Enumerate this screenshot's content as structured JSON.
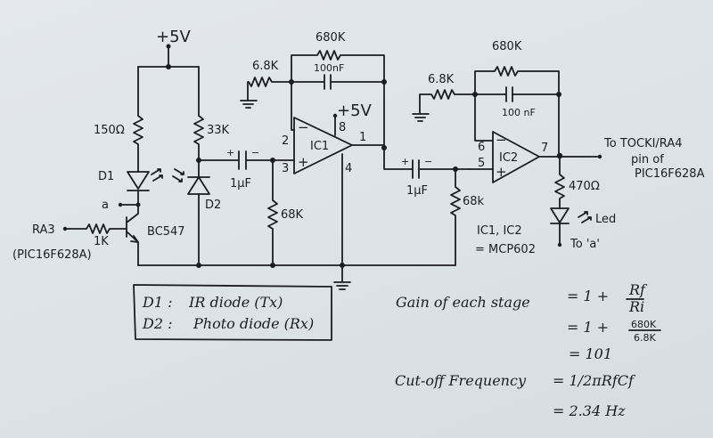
{
  "diagram": {
    "type": "circuit-schematic",
    "supply": {
      "top_label": "+5V",
      "ic1_label": "+5V"
    },
    "transmitter": {
      "resistor_led": "150Ω",
      "diode_label": "D1",
      "node_a_label": "a",
      "transistor": "BC547",
      "base_resistor": "1K",
      "input_pin": "RA3",
      "input_note": "(PIC16F628A)"
    },
    "receiver": {
      "pullup_resistor": "33K",
      "diode_label": "D2"
    },
    "stage1": {
      "coupling_cap": "1μF",
      "cap_plus": "+",
      "cap_minus": "−",
      "bias_resistor": "68K",
      "ri": "6.8K",
      "rf": "680K",
      "cf": "100nF",
      "ic": "IC1",
      "pins": {
        "inv": "2",
        "noninv": "3",
        "out": "1",
        "vdd": "8",
        "gnd": "4"
      }
    },
    "stage2": {
      "coupling_cap": "1μF",
      "cap_plus": "+",
      "cap_minus": "−",
      "bias_resistor": "68k",
      "ri": "6.8K",
      "rf": "680K",
      "cf": "100 nF",
      "ic": "IC2",
      "pins": {
        "inv": "6",
        "noninv": "5",
        "out": "7"
      }
    },
    "output": {
      "line1": "To TOCKI/RA4",
      "line2": "pin of",
      "line3": "PIC16F628A",
      "led_resistor": "470Ω",
      "led_label": "Led",
      "led_return": "To 'a'"
    },
    "ic_note": {
      "line1": "IC1, IC2",
      "line2": "= MCP602"
    },
    "legend": {
      "d1": {
        "key": "D1 :",
        "desc": "IR diode (Tx)"
      },
      "d2": {
        "key": "D2 :",
        "desc": "Photo diode (Rx)"
      }
    },
    "equations": {
      "gain_label": "Gain of each stage",
      "gain_eq1_prefix": "= 1 +",
      "gain_eq1_num": "Rf",
      "gain_eq1_den": "Ri",
      "gain_eq2_prefix": "= 1 +",
      "gain_eq2_num": "680K",
      "gain_eq2_den": "6.8K",
      "gain_result": "= 101",
      "cutoff_label": "Cut-off Frequency",
      "cutoff_formula": "= 1/2πRfCf",
      "cutoff_result": "= 2.34 Hz"
    }
  }
}
